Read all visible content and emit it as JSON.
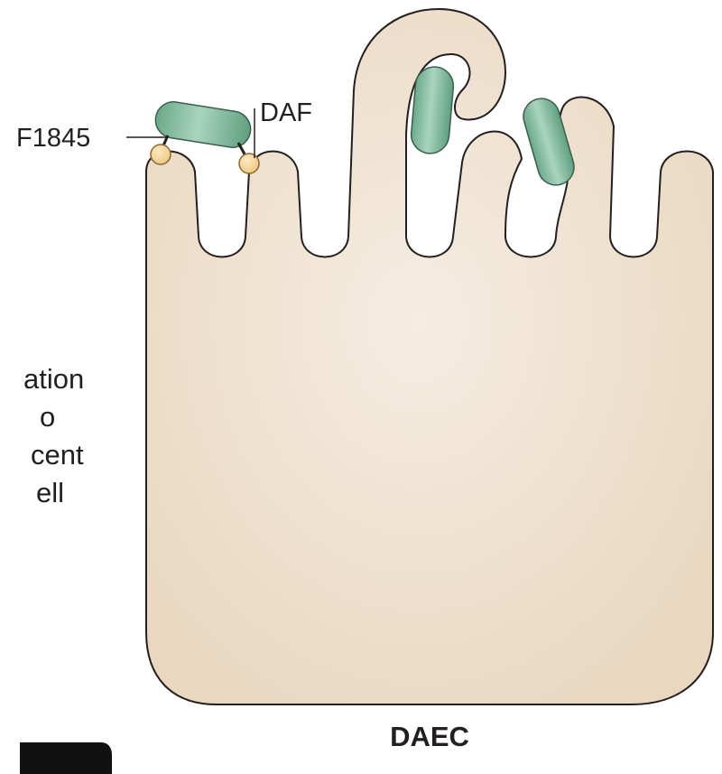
{
  "labels": {
    "f1845": "F1845",
    "daf": "DAF",
    "cell_name": "DAEC",
    "side_text": [
      "ation",
      "o",
      "cent",
      "ell"
    ]
  },
  "colors": {
    "cell_fill": "#eadbc6",
    "cell_fill_light": "#f5ede2",
    "cell_outline": "#231f20",
    "bacterium_fill": "#7fbc9e",
    "bacterium_highlight": "#b9dcc8",
    "bacterium_outline": "#3b5f4c",
    "receptor_fill": "#f7d9a0",
    "receptor_outline": "#8a6a32",
    "black_box": "#111111"
  }
}
